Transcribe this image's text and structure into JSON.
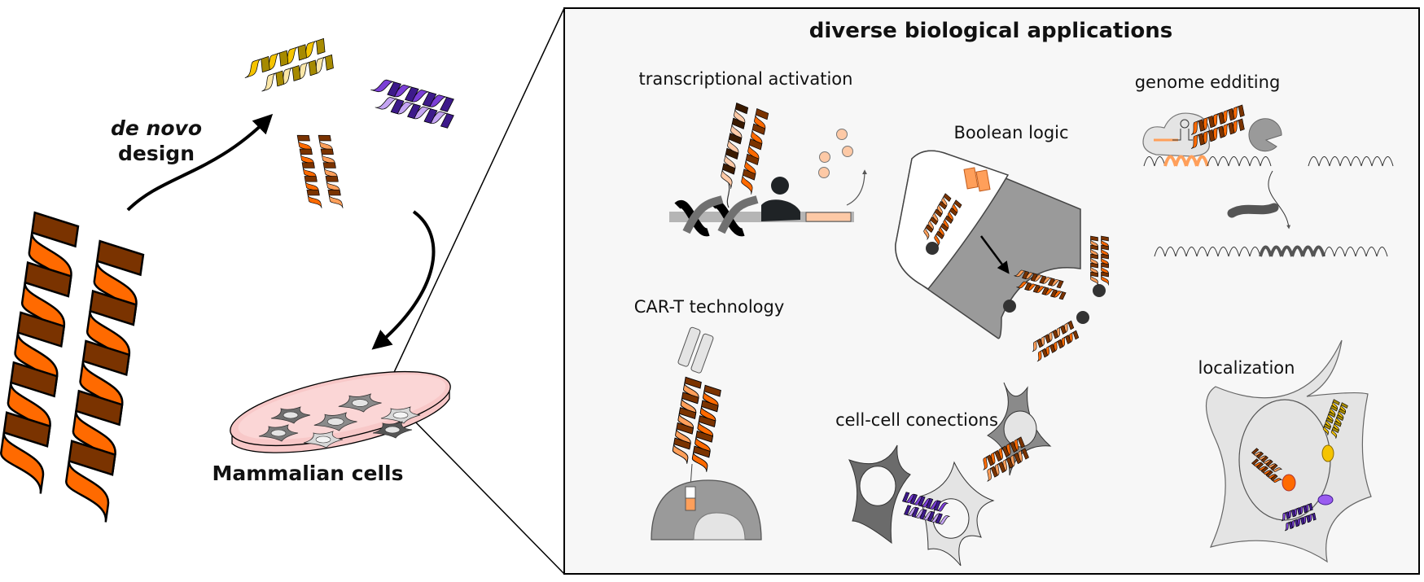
{
  "left": {
    "design_label_line1": "de novo",
    "design_label_line2": "design",
    "cells_label": "Mammalian cells"
  },
  "panel": {
    "title": "diverse biological applications",
    "applications": [
      {
        "id": "transcriptional",
        "label": "transcriptional activation"
      },
      {
        "id": "boolean",
        "label": "Boolean logic"
      },
      {
        "id": "genome",
        "label": "genome edditing"
      },
      {
        "id": "cart",
        "label": "CAR-T technology"
      },
      {
        "id": "cellcell",
        "label": "cell-cell conections"
      },
      {
        "id": "localization",
        "label": "localization"
      }
    ]
  },
  "colors": {
    "orange": "#ff6a00",
    "orange_dark": "#7a3300",
    "orange_light": "#ff9f5a",
    "peach": "#fdc9a6",
    "yellow": "#f5c400",
    "yellow_light": "#fbe7a8",
    "yellow_dark": "#a68a00",
    "purple": "#7b3fd6",
    "purple_light": "#c4a4f2",
    "purple_dark": "#3d1a8a",
    "panel_bg": "#f7f7f7",
    "dish_pink": "#f8c8c8",
    "gray_dark": "#5a5a5a",
    "gray_mid": "#9a9a9a",
    "gray_light": "#e2e2e2"
  }
}
